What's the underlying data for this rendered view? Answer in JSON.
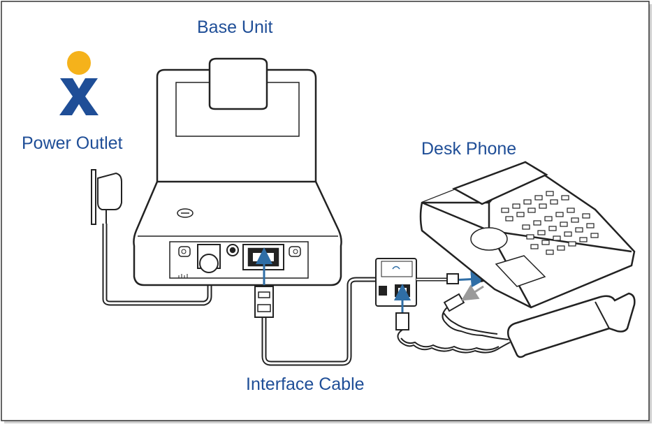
{
  "labels": {
    "base_unit": "Base Unit",
    "power_outlet": "Power Outlet",
    "desk_phone": "Desk Phone",
    "interface_cable": "Interface Cable"
  },
  "colors": {
    "label_text": "#1f4e97",
    "logo_dot": "#f5b21b",
    "logo_x": "#1f4e97",
    "arrow": "#2f6ea6",
    "arrow_grey": "#9a9a9a",
    "outline": "#222222",
    "border": "#333333"
  },
  "icons": [
    "brand-logo-icon",
    "base-unit-icon",
    "power-adapter-icon",
    "desk-phone-icon",
    "handset-icon",
    "splitter-icon"
  ]
}
